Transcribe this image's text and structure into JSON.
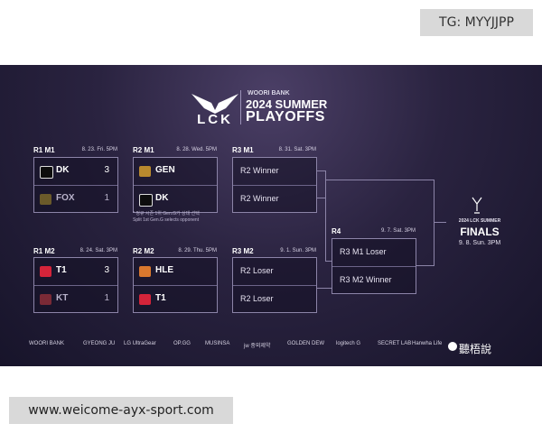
{
  "tg_label": "TG: MYYJJPP",
  "url_label": "www.weicome-ayx-sport.com",
  "header": {
    "league": "LCK",
    "sponsor": "WOORI BANK",
    "title_line1": "2024 SUMMER",
    "title_line2": "PLAYOFFS"
  },
  "matches": {
    "r1m1": {
      "id": "R1 M1",
      "date": "8. 23. Fri. 5PM",
      "top": {
        "team": "DK",
        "score": "3"
      },
      "bottom": {
        "team": "FOX",
        "score": "1"
      }
    },
    "r2m1": {
      "id": "R2 M1",
      "date": "8. 28. Wed. 5PM",
      "top": {
        "team": "GEN"
      },
      "bottom": {
        "team": "DK"
      }
    },
    "r3m1": {
      "id": "R3 M1",
      "date": "8. 31. Sat. 3PM",
      "top": "R2 Winner",
      "bottom": "R2 Winner"
    },
    "r1m2": {
      "id": "R1 M2",
      "date": "8. 24. Sat. 3PM",
      "top": {
        "team": "T1",
        "score": "3"
      },
      "bottom": {
        "team": "KT",
        "score": "1"
      }
    },
    "r2m2": {
      "id": "R2 M2",
      "date": "8. 29. Thu. 5PM",
      "top": {
        "team": "HLE"
      },
      "bottom": {
        "team": "T1"
      }
    },
    "r3m2": {
      "id": "R3 M2",
      "date": "9. 1. Sun. 3PM",
      "top": "R2 Loser",
      "bottom": "R2 Loser"
    },
    "r4": {
      "id": "R4",
      "date": "9. 7. Sat. 3PM",
      "top": "R3 M1 Loser",
      "bottom": "R3 M2 Winner"
    }
  },
  "note": {
    "line1": "* 정규 시즌 1위 Gen.G가 상대 선택",
    "line2": "Split 1st Gen.G selects opponent"
  },
  "finals": {
    "small": "2024 LCK SUMMER",
    "title": "FINALS",
    "date": "9. 8. Sun. 3PM"
  },
  "sponsors": [
    "WOORI BANK",
    "GYEONG JU",
    "LG UltraGear",
    "OP.GG",
    "MUSINSA",
    "jw 중외제약",
    "GOLDEN DEW",
    "logitech G",
    "SECRET LAB",
    "Hanwha Life"
  ],
  "watermark": "聽梧說",
  "team_colors": {
    "DK": "#1a1a1a",
    "FOX": "#6b5a2a",
    "GEN": "#b8892e",
    "T1": "#d4243a",
    "KT": "#7a2a36",
    "HLE": "#d9782e"
  }
}
